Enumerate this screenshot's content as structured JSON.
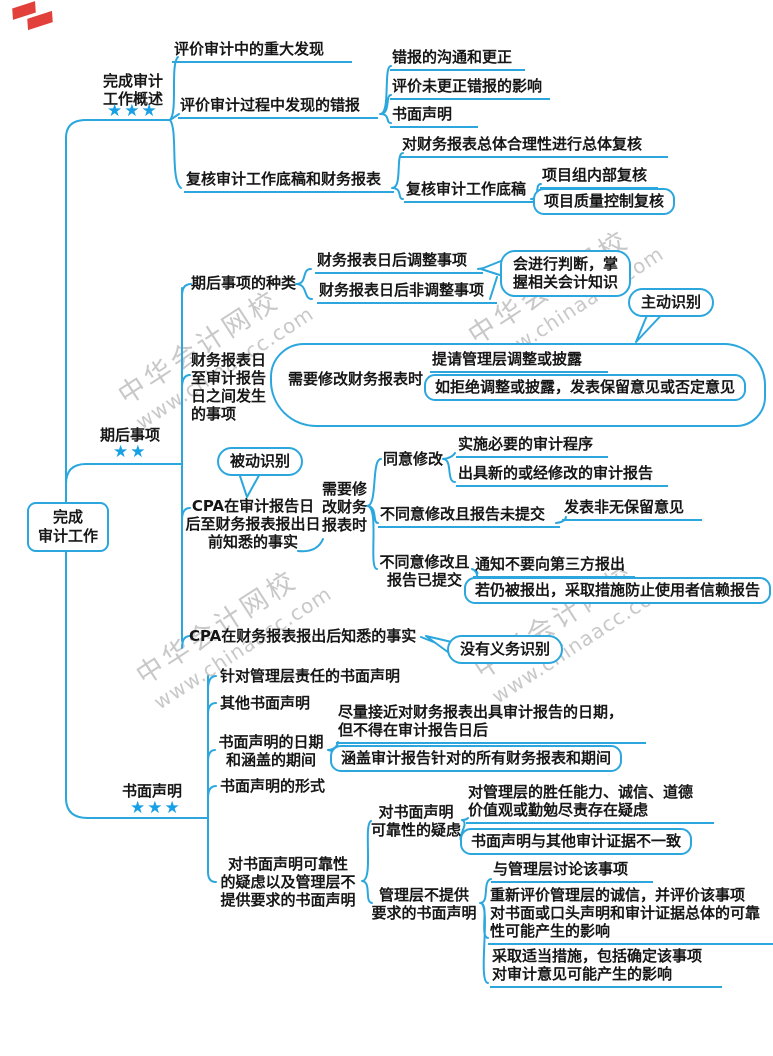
{
  "colors": {
    "line": "#2ba7de",
    "star": "#18a0e4",
    "text": "#161616",
    "watermark": "#a8a8a8",
    "ribbon": "#e2403a"
  },
  "watermark": {
    "name": "中华会计网校",
    "url": "www.chinaacc.com"
  },
  "root": {
    "label": "完成\n审计工作"
  },
  "branches": {
    "overview": {
      "label": "完成审计\n工作概述",
      "stars": "★★★",
      "major_findings": "评价审计中的重大发现",
      "misstatements": "评价审计过程中发现的错报",
      "misstatement_items": {
        "communicate": "错报的沟通和更正",
        "evaluate_uncorrected": "评价未更正错报的影响",
        "written_representation": "书面声明"
      },
      "review": "复核审计工作底稿和财务报表",
      "review_items": {
        "overall_review": "对财务报表总体合理性进行总体复核",
        "workpaper_review": "复核审计工作底稿",
        "team_review": "项目组内部复核",
        "quality_review": "项目质量控制复核"
      }
    },
    "subsequent": {
      "label": "期后事项",
      "stars": "★★",
      "types": "期后事项的种类",
      "types_items": {
        "adjusting": "财务报表日后调整事项",
        "non_adjusting": "财务报表日后非调整事项",
        "note": "会进行判断，掌\n握相关会计知识"
      },
      "between": {
        "label": "财务报表日\n至审计报告\n日之间发生\n的事项",
        "note": "主动识别",
        "need_modify": "需要修改财务报表时",
        "request": "提请管理层调整或披露",
        "refuse": "如拒绝调整或披露，发表保留意见或否定意见"
      },
      "before_issue": {
        "note": "被动识别",
        "label": "CPA在审计报告日\n后至财务报表报出日\n前知悉的事实",
        "need_modify": "需要修\n改财务\n报表时",
        "agree": "同意修改",
        "agree_items": {
          "procedures": "实施必要的审计程序",
          "new_report": "出具新的或经修改的审计报告"
        },
        "disagree_unsubmitted": "不同意修改且报告未提交",
        "modified_opinion": "发表非无保留意见",
        "disagree_submitted": "不同意修改且\n报告已提交",
        "notify": "通知不要向第三方报出",
        "prevent": "若仍被报出，采取措施防止使用者信赖报告"
      },
      "after_issue": {
        "label": "CPA在财务报表报出后知悉的事实",
        "note": "没有义务识别"
      }
    },
    "representation": {
      "label": "书面声明",
      "stars": "★★★",
      "mgmt_responsibility": "针对管理层责任的书面声明",
      "other": "其他书面声明",
      "date_period": "书面声明的日期\n和涵盖的期间",
      "date_items": {
        "near_date": "尽量接近对财务报表出具审计报告的日期，\n但不得在审计报告日后",
        "cover": "涵盖审计报告针对的所有财务报表和期间"
      },
      "form": "书面声明的形式",
      "doubt": {
        "label": "对书面声明可靠性\n的疑虑以及管理层不\n提供要求的书面声明",
        "reliability": "对书面声明\n可靠性的疑虑",
        "reliability_items": {
          "competence": "对管理层的胜任能力、诚信、道德\n价值观或勤勉尽责存在疑虑",
          "inconsistent": "书面声明与其他审计证据不一致"
        },
        "not_provide": "管理层不提供\n要求的书面声明",
        "not_provide_items": {
          "discuss": "与管理层讨论该事项",
          "reevaluate": "重新评价管理层的诚信，并评价该事项\n对书面或口头声明和审计证据总体的可靠\n性可能产生的影响",
          "measures": "采取适当措施，包括确定该事项\n对审计意见可能产生的影响"
        }
      }
    }
  }
}
